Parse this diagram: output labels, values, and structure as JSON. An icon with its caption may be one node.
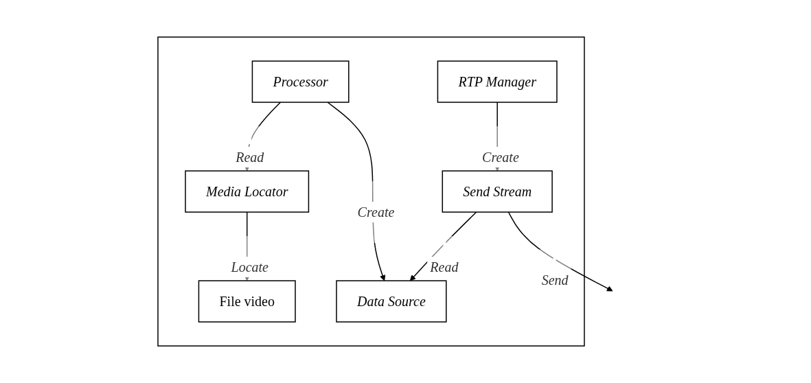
{
  "diagram": {
    "nodes": [
      {
        "text": [],
        "shape": "box"
      },
      {
        "text": [
          "Media Locator"
        ],
        "in": 0
      },
      {
        "text": [
          "Processor"
        ],
        "in": 0
      },
      {
        "text": [
          "RTP Manager"
        ],
        "in": 0
      },
      {
        "text": [
          "File video"
        ],
        "in": 0
      },
      {
        "text": [
          "Data Source"
        ],
        "in": 0
      },
      {
        "text": [
          "Send Stream"
        ],
        "in": 0
      }
    ],
    "edges": [
      {
        "from": 2,
        "to": 1,
        "arrow": "to",
        "label": "Read"
      },
      {
        "from": 1,
        "to": 4,
        "arrow": "to",
        "label": "Locate"
      },
      {
        "from": 2,
        "to": 5,
        "arrow": "to",
        "label": "Create"
      },
      {
        "from": 3,
        "to": 6,
        "arrow": "to",
        "label": "Create"
      },
      {
        "from": 6,
        "to": 5,
        "arrow": "to",
        "label": "Read"
      },
      {
        "from": 6,
        "to": null,
        "arrow": "to",
        "label": "Send"
      }
    ]
  }
}
